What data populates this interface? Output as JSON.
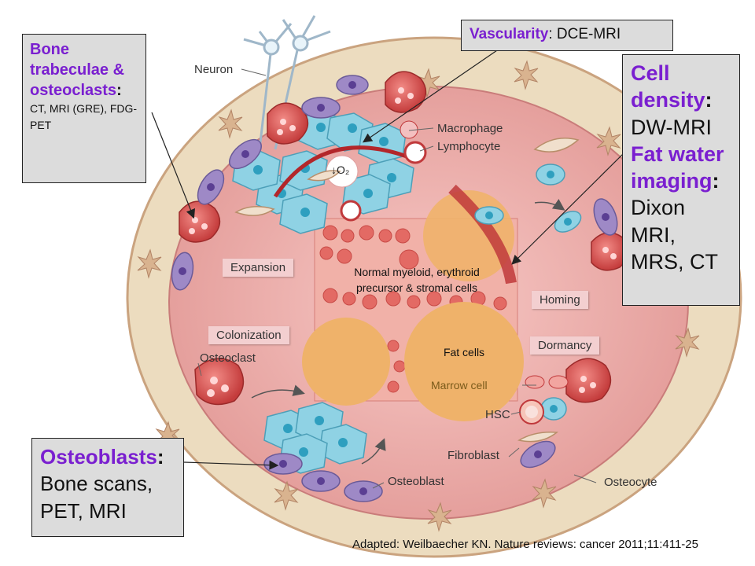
{
  "callouts": {
    "bone": {
      "title": "Bone trabeculae & osteoclasts",
      "colon": ":",
      "modalities": "CT, MRI (GRE), FDG-PET"
    },
    "vascularity": {
      "title": "Vascularity",
      "rest": ": DCE-MRI"
    },
    "cell_density": {
      "title": "Cell density",
      "colon": ":",
      "modality1": "DW-MRI",
      "title2": "Fat water imaging",
      "colon2": ":",
      "modality2": "Dixon MRI, MRS, CT"
    },
    "osteoblasts": {
      "title": "Osteoblasts",
      "colon": ":",
      "modalities": "Bone scans, PET, MRI"
    }
  },
  "labels": {
    "neuron": "Neuron",
    "macrophage": "Macrophage",
    "lymphocyte": "Lymphocyte",
    "o2": "↓O₂",
    "osteoclast": "Osteoclast",
    "hsc": "HSC",
    "fibroblast": "Fibroblast",
    "osteoblast": "Osteoblast",
    "osteocyte": "Osteocyte",
    "marrow_cell": "Marrow cell",
    "normal_cells": "Normal myeloid, erythroid precursor & stromal cells",
    "fat_cells": "Fat cells"
  },
  "stages": {
    "expansion": "Expansion",
    "colonization": "Colonization",
    "homing": "Homing",
    "dormancy": "Dormancy"
  },
  "citation": "Adapted: Weilbaecher KN. Nature reviews: cancer 2011;11:411-25",
  "colors": {
    "callout_title": "#7a1fd0",
    "callout_bg": "#dcdcdc",
    "bone_ring": "#ecdcbf",
    "marrow": "#e8a8a4",
    "osteoclast": "#c0393b",
    "osteoblast": "#9e89c6",
    "tumor_cell": "#8fd2e4",
    "fat_cell": "#efb26a"
  }
}
